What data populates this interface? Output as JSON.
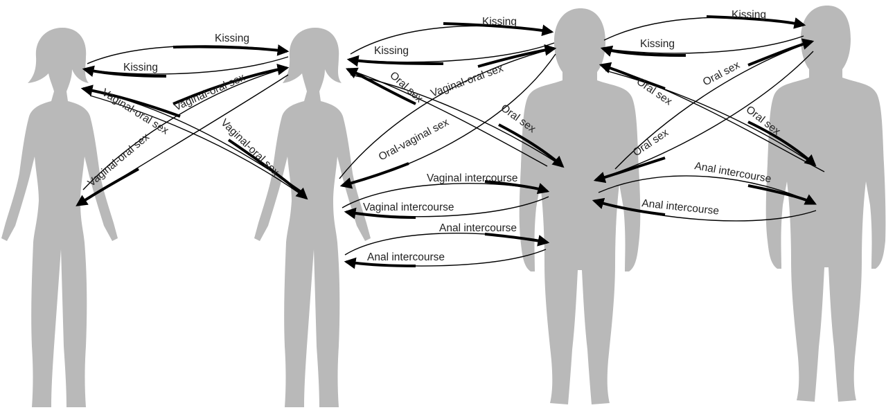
{
  "figures": [
    {
      "name": "female-figure-left",
      "color": "#b9b9b9"
    },
    {
      "name": "female-figure-center",
      "color": "#b9b9b9"
    },
    {
      "name": "male-figure-center",
      "color": "#b9b9b9"
    },
    {
      "name": "male-figure-right",
      "color": "#b9b9b9"
    }
  ],
  "labels": {
    "kissing_ff_top": "Kissing",
    "kissing_ff_bottom": "Kissing",
    "vaginal_oral_ff_1": "Vaginal-oral sex",
    "vaginal_oral_ff_2": "Vaginal-oral sex",
    "vaginal_oral_ff_3": "Vaginal-oral sex",
    "vaginal_oral_ff_4": "Vaginal-oral sex",
    "kissing_fm_top": "Kissing",
    "kissing_fm_bottom": "Kissing",
    "vaginal_oral_fm": "Vaginal-oral sex",
    "oral_vaginal_fm": "Oral-vaginal sex",
    "oral_sex_fm_1": "Oral sex",
    "oral_sex_fm_2": "Oral sex",
    "vaginal_intercourse_top": "Vaginal intercourse",
    "vaginal_intercourse_bottom": "Vaginal intercourse",
    "anal_intercourse_fm_top": "Anal intercourse",
    "anal_intercourse_fm_bottom": "Anal intercourse",
    "kissing_mm_top": "Kissing",
    "kissing_mm_bottom": "Kissing",
    "oral_sex_mm_1": "Oral sex",
    "oral_sex_mm_2": "Oral sex",
    "oral_sex_mm_3": "Oral sex",
    "oral_sex_mm_4": "Oral sex",
    "anal_intercourse_mm_top": "Anal intercourse",
    "anal_intercourse_mm_bottom": "Anal intercourse"
  },
  "colors": {
    "silhouette": "#b9b9b9",
    "arrow": "#000000",
    "text": "#222222",
    "background": "#ffffff"
  }
}
